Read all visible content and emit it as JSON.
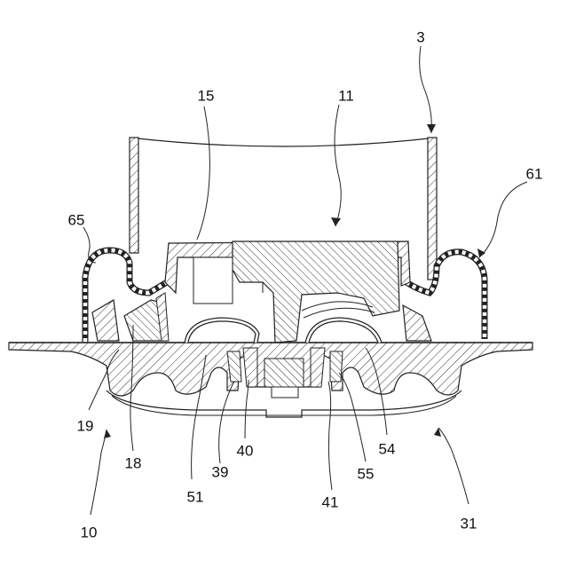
{
  "figure": {
    "reference_numerals": {
      "ref_3": "3",
      "ref_10": "10",
      "ref_11": "11",
      "ref_15": "15",
      "ref_18": "18",
      "ref_19": "19",
      "ref_31": "31",
      "ref_39": "39",
      "ref_40": "40",
      "ref_41": "41",
      "ref_51": "51",
      "ref_54": "54",
      "ref_55": "55",
      "ref_61": "61",
      "ref_65": "65"
    }
  }
}
